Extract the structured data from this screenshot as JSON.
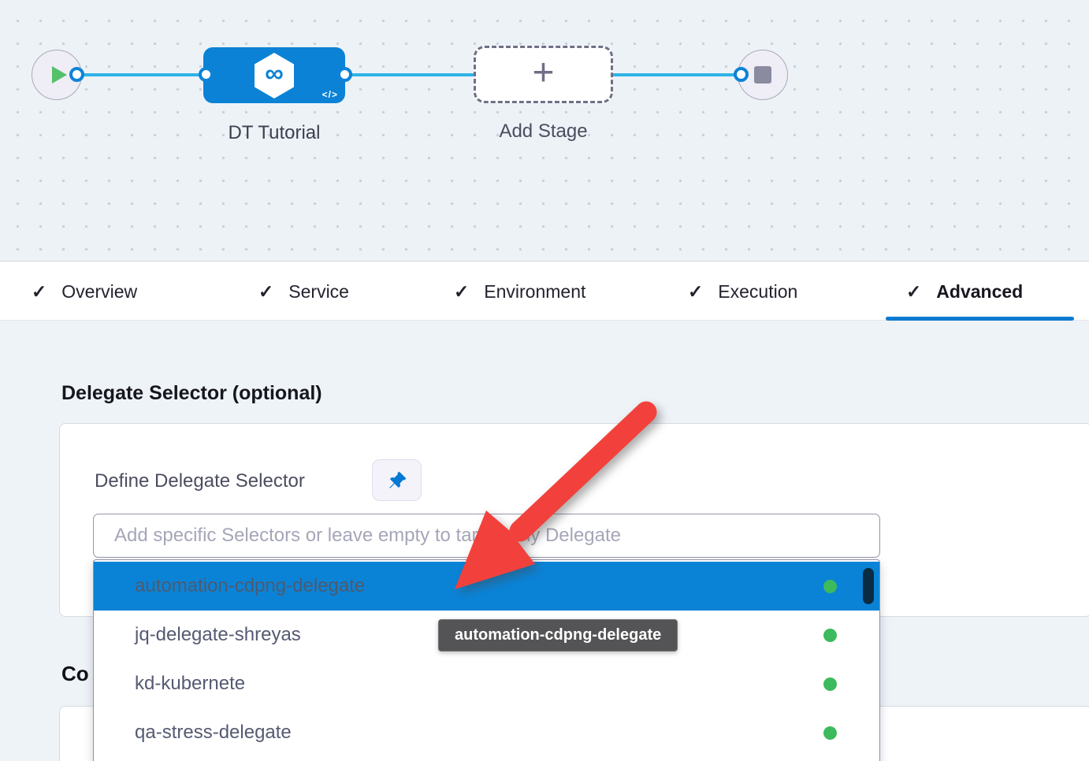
{
  "icons": {
    "check": "✓",
    "plus": "+",
    "code": "</>",
    "infinity": "∞"
  },
  "canvas": {
    "stage_label": "DT Tutorial",
    "add_stage_label": "Add Stage"
  },
  "tabs": [
    {
      "label": "Overview",
      "checked": true,
      "active": false
    },
    {
      "label": "Service",
      "checked": true,
      "active": false
    },
    {
      "label": "Environment",
      "checked": true,
      "active": false
    },
    {
      "label": "Execution",
      "checked": true,
      "active": false
    },
    {
      "label": "Advanced",
      "checked": true,
      "active": true
    }
  ],
  "advanced": {
    "section_heading": "Delegate Selector (optional)",
    "define_label": "Define Delegate Selector",
    "selector_placeholder": "Add specific Selectors or leave empty to target any Delegate",
    "dropdown_items": [
      {
        "name": "automation-cdpng-delegate",
        "selected": true,
        "status": "connected-green"
      },
      {
        "name": "jq-delegate-shreyas",
        "selected": false,
        "status": "connected-green"
      },
      {
        "name": "kd-kubernete",
        "selected": false,
        "status": "connected-green"
      },
      {
        "name": "qa-stress-delegate",
        "selected": false,
        "status": "connected-green"
      }
    ],
    "tooltip_text": "automation-cdpng-delegate",
    "next_section_heading_partial": "Co"
  },
  "colors": {
    "node_blue": "#0b82d6",
    "selected_row_blue": "#0a83d7",
    "edge_cyan": "#2eb4e8",
    "status_green": "#3dba5c",
    "arrow_red": "#f2413c",
    "tab_underline_blue": "#0d79d0",
    "canvas_bg": "#edf2f7",
    "tooltip_bg": "#545456"
  }
}
